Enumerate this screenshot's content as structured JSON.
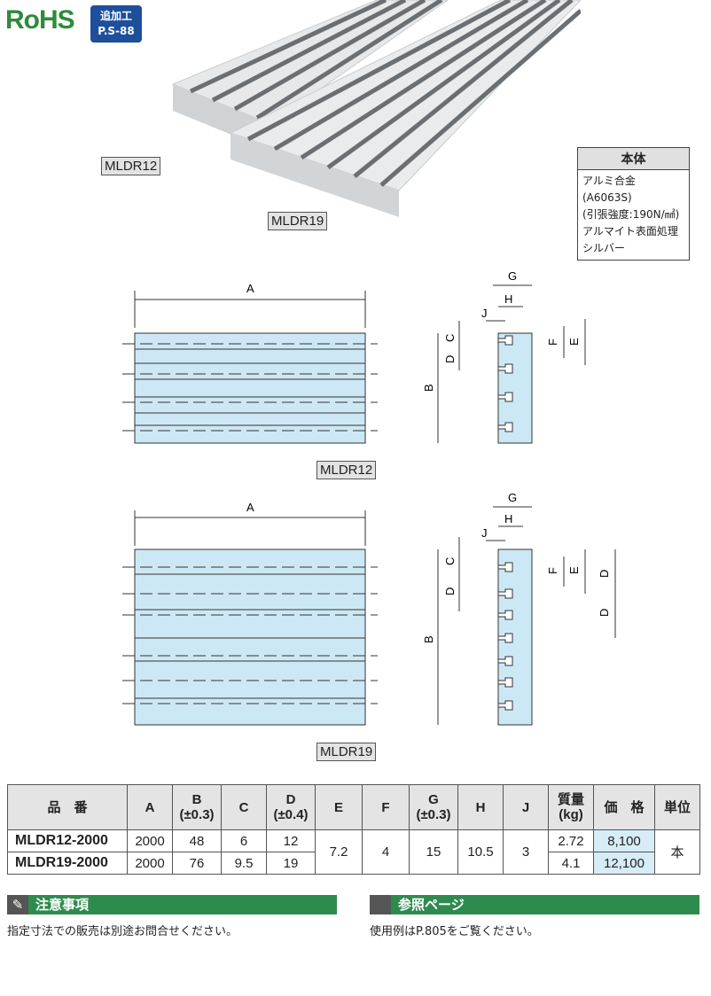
{
  "header": {
    "rohs": "RoHS",
    "tag_line1": "追加工",
    "tag_line2": "P.S-88"
  },
  "photo_labels": {
    "mldr12": "MLDR12",
    "mldr19": "MLDR19"
  },
  "spec_box": {
    "title": "本体",
    "lines": [
      "アルミ合金(A6063S)",
      "(引張強度:190N/㎟)",
      "アルマイト表面処理",
      "シルバー"
    ]
  },
  "drawing_labels": {
    "A": "A",
    "B": "B",
    "C": "C",
    "D": "D",
    "E": "E",
    "F": "F",
    "G": "G",
    "H": "H",
    "J": "J",
    "mldr12": "MLDR12",
    "mldr19": "MLDR19"
  },
  "table": {
    "headers": {
      "part": "品　番",
      "A": "A",
      "B1": "B",
      "B2": "(±0.3)",
      "C": "C",
      "D1": "D",
      "D2": "(±0.4)",
      "E": "E",
      "F": "F",
      "G1": "G",
      "G2": "(±0.3)",
      "H": "H",
      "J": "J",
      "mass1": "質量",
      "mass2": "(kg)",
      "price": "価　格",
      "unit": "単位"
    },
    "rows": [
      {
        "part": "MLDR12-2000",
        "A": "2000",
        "B": "48",
        "C": "6",
        "D": "12",
        "mass": "2.72",
        "price": "8,100"
      },
      {
        "part": "MLDR19-2000",
        "A": "2000",
        "B": "76",
        "C": "9.5",
        "D": "19",
        "mass": "4.1",
        "price": "12,100"
      }
    ],
    "shared": {
      "E": "7.2",
      "F": "4",
      "G": "15",
      "H": "10.5",
      "J": "3",
      "unit": "本"
    }
  },
  "caution": {
    "title": "注意事項",
    "text": "指定寸法での販売は別途お問合せください。"
  },
  "reference": {
    "title": "参照ページ",
    "text": "使用例はP.805をご覧ください。"
  }
}
